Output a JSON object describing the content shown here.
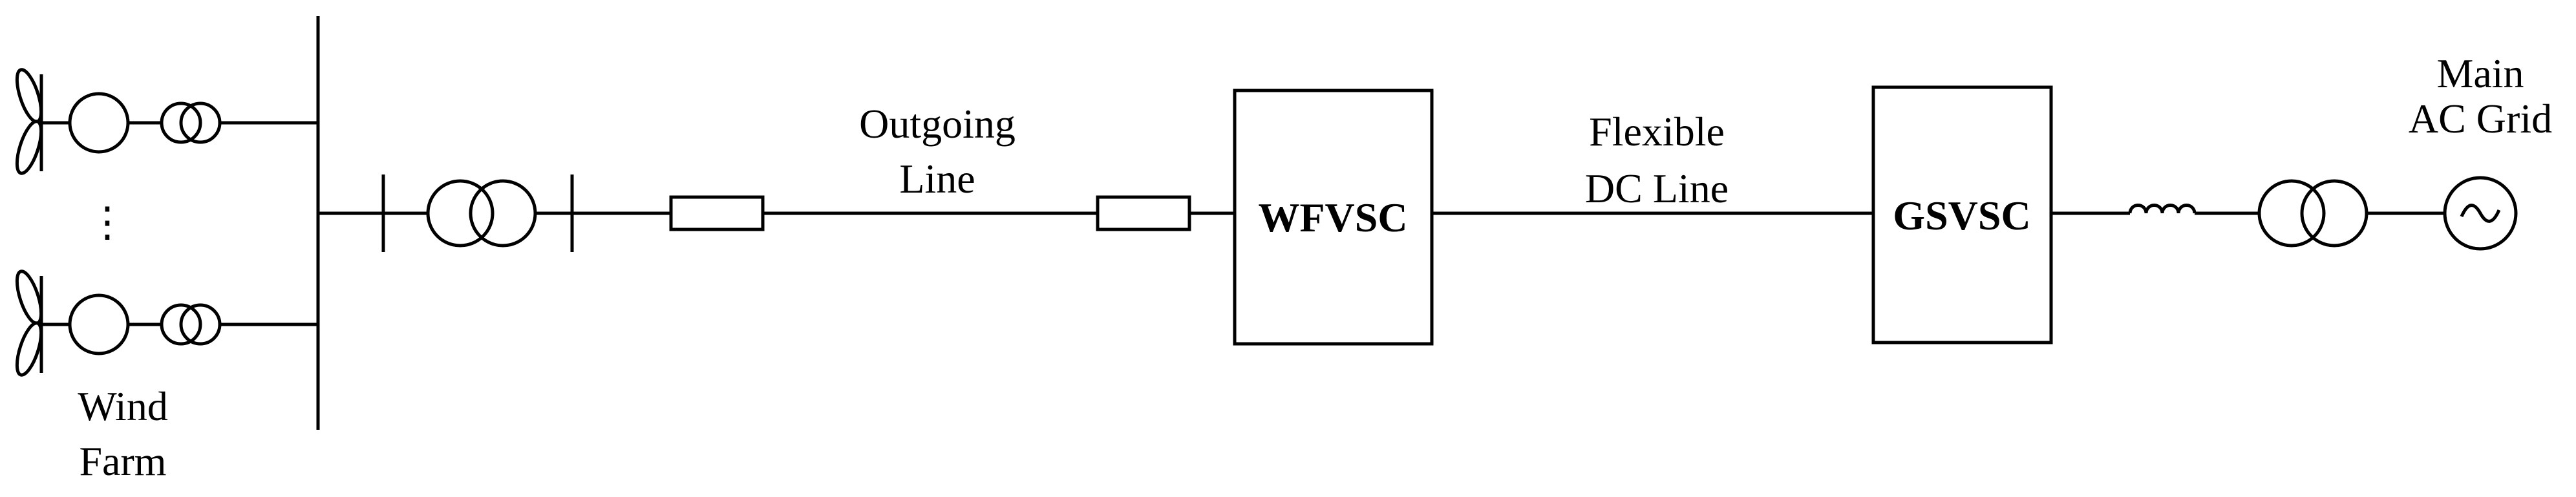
{
  "diagram": {
    "title": "",
    "labels": {
      "wind_farm_line1": "Wind",
      "wind_farm_line2": "Farm",
      "ellipsis": "⋮",
      "outgoing_line1": "Outgoing",
      "outgoing_line2": "Line",
      "wfvsc": "WFVSC",
      "dc_line1": "Flexible",
      "dc_line2": "DC Line",
      "gsvsc": "GSVSC",
      "grid_line1": "Main",
      "grid_line2": "AC Grid"
    },
    "icons": [
      "wind-turbine-icon",
      "generator-icon",
      "transformer-icon",
      "resistor-icon",
      "inductor-icon",
      "ac-source-icon"
    ],
    "colors": {
      "stroke": "#000000",
      "background": "#ffffff"
    }
  }
}
